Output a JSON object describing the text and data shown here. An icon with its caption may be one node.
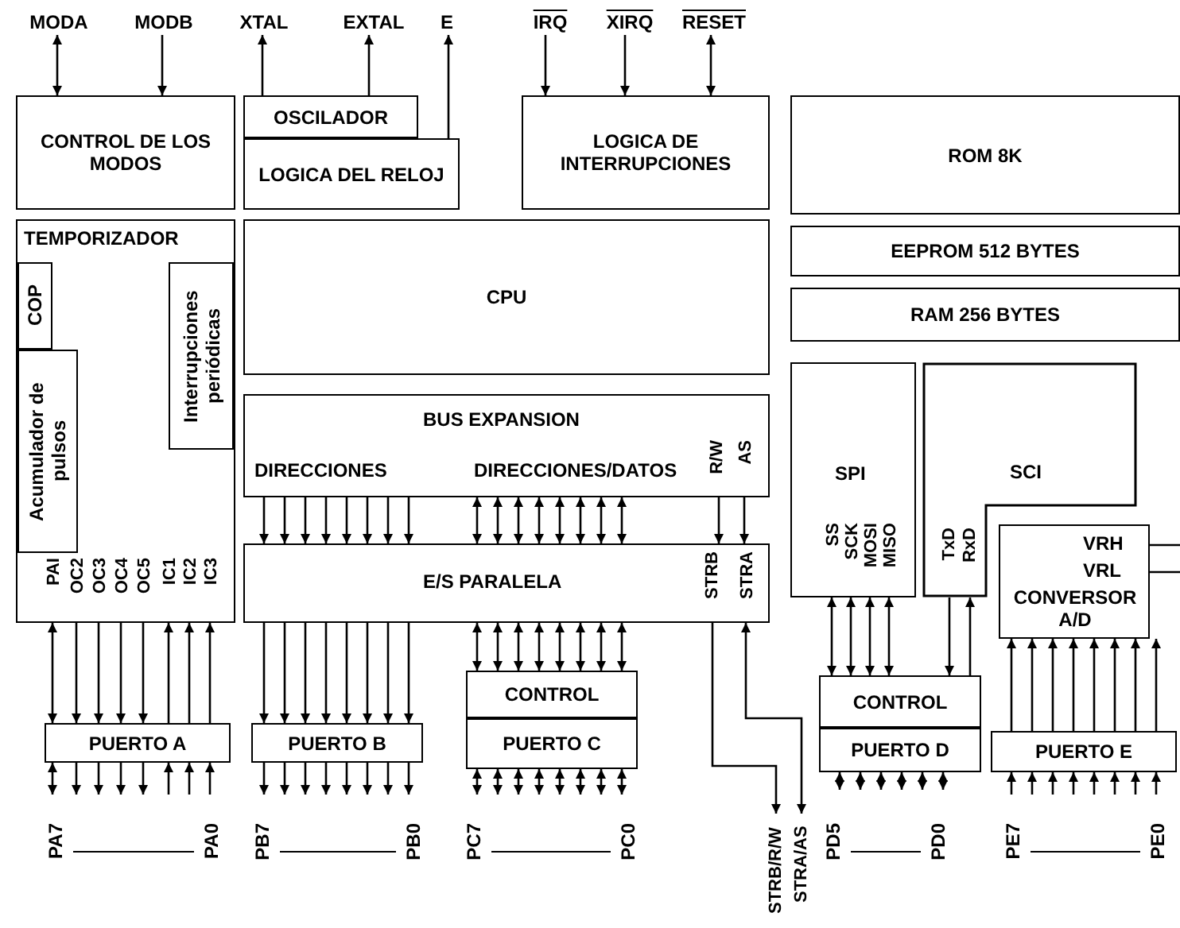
{
  "diagram": {
    "nodes": [
      {
        "text": [
          "MODA"
        ]
      },
      {
        "text": [
          "MODB"
        ]
      },
      {
        "text": [
          "XTAL"
        ]
      },
      {
        "text": [
          "EXTAL"
        ]
      },
      {
        "text": [
          "E"
        ]
      },
      {
        "text": [
          "IRQ"
        ]
      },
      {
        "text": [
          "XIRQ"
        ]
      },
      {
        "text": [
          "RESET"
        ]
      },
      {
        "text": [
          "CONTROL DE LOS MODOS"
        ]
      },
      {
        "text": [
          "OSCILADOR"
        ]
      },
      {
        "text": [
          "LOGICA DEL RELOJ"
        ]
      },
      {
        "text": [
          "LOGICA DE INTERRUPCIONES"
        ]
      },
      {
        "text": [
          "ROM 8K"
        ]
      },
      {
        "text": [
          "TEMPORIZADOR",
          "PAI",
          "OC2",
          "OC3",
          "OC4",
          "OC5",
          "IC1",
          "IC2",
          "IC3"
        ]
      },
      {
        "text": [
          "COP"
        ],
        "in": 13
      },
      {
        "text": [
          "Interrupciones periódicas"
        ],
        "in": 13
      },
      {
        "text": [
          "Acumulador de pulsos"
        ],
        "in": 13
      },
      {
        "text": [
          "CPU"
        ]
      },
      {
        "text": [
          "EEPROM 512 BYTES"
        ]
      },
      {
        "text": [
          "RAM 256 BYTES"
        ]
      },
      {
        "text": [
          "BUS EXPANSION",
          "DIRECCIONES",
          "DIRECCIONES/DATOS",
          "R/W",
          "AS"
        ]
      },
      {
        "text": [
          "SPI",
          "SS",
          "SCK",
          "MOSI",
          "MISO"
        ]
      },
      {
        "text": [
          "SCI",
          "TxD",
          "RxD"
        ]
      },
      {
        "text": [
          "E/S PARALELA",
          "STRB",
          "STRA"
        ]
      },
      {
        "text": [
          "VRH",
          "VRL",
          "CONVERSOR A/D"
        ]
      },
      {
        "text": [
          "PUERTO A"
        ]
      },
      {
        "text": [
          "PUERTO B"
        ]
      },
      {
        "text": [
          "CONTROL"
        ]
      },
      {
        "text": [
          "PUERTO C"
        ]
      },
      {
        "text": [
          "CONTROL"
        ]
      },
      {
        "text": [
          "PUERTO D"
        ]
      },
      {
        "text": [
          "PUERTO E"
        ]
      },
      {
        "text": [
          "STRB/R/W"
        ]
      },
      {
        "text": [
          "STRA/AS"
        ]
      }
    ],
    "edges": [
      {
        "from": 0,
        "to": 8,
        "arrow": "both"
      },
      {
        "from": 1,
        "to": 8,
        "arrow": "to"
      },
      {
        "from": 9,
        "to": 2,
        "arrow": "to"
      },
      {
        "from": 9,
        "to": 3,
        "arrow": "to"
      },
      {
        "from": 10,
        "to": 4,
        "arrow": "to"
      },
      {
        "from": 5,
        "to": 11,
        "arrow": "to"
      },
      {
        "from": 6,
        "to": 11,
        "arrow": "to"
      },
      {
        "from": 7,
        "to": 11,
        "arrow": "both"
      },
      {
        "from": 13,
        "to": 25,
        "arrow": "both"
      },
      {
        "from": 13,
        "to": 25,
        "arrow": "to"
      },
      {
        "from": 13,
        "to": 25,
        "arrow": "to"
      },
      {
        "from": 13,
        "to": 25,
        "arrow": "to"
      },
      {
        "from": 13,
        "to": 25,
        "arrow": "to"
      },
      {
        "from": 25,
        "to": 13,
        "arrow": "to"
      },
      {
        "from": 25,
        "to": 13,
        "arrow": "to"
      },
      {
        "from": 25,
        "to": 13,
        "arrow": "to"
      },
      {
        "from": 25,
        "to": null,
        "arrow": "both"
      },
      {
        "from": 25,
        "to": null,
        "arrow": "to"
      },
      {
        "from": 25,
        "to": null,
        "arrow": "to"
      },
      {
        "from": 25,
        "to": null,
        "arrow": "to"
      },
      {
        "from": 25,
        "to": null,
        "arrow": "to"
      },
      {
        "from": null,
        "to": 25,
        "arrow": "to"
      },
      {
        "from": null,
        "to": 25,
        "arrow": "to"
      },
      {
        "from": null,
        "to": 25,
        "arrow": "to"
      },
      {
        "from": 20,
        "to": 23,
        "arrow": "to"
      },
      {
        "from": 20,
        "to": 23,
        "arrow": "to"
      },
      {
        "from": 20,
        "to": 23,
        "arrow": "to"
      },
      {
        "from": 20,
        "to": 23,
        "arrow": "to"
      },
      {
        "from": 20,
        "to": 23,
        "arrow": "to"
      },
      {
        "from": 20,
        "to": 23,
        "arrow": "to"
      },
      {
        "from": 20,
        "to": 23,
        "arrow": "to"
      },
      {
        "from": 20,
        "to": 23,
        "arrow": "to"
      },
      {
        "from": 20,
        "to": 23,
        "arrow": "both"
      },
      {
        "from": 20,
        "to": 23,
        "arrow": "both"
      },
      {
        "from": 20,
        "to": 23,
        "arrow": "both"
      },
      {
        "from": 20,
        "to": 23,
        "arrow": "both"
      },
      {
        "from": 20,
        "to": 23,
        "arrow": "both"
      },
      {
        "from": 20,
        "to": 23,
        "arrow": "both"
      },
      {
        "from": 20,
        "to": 23,
        "arrow": "both"
      },
      {
        "from": 20,
        "to": 23,
        "arrow": "both"
      },
      {
        "from": 20,
        "to": 23,
        "arrow": "to"
      },
      {
        "from": 20,
        "to": 23,
        "arrow": "to"
      },
      {
        "from": 23,
        "to": 26,
        "arrow": "to"
      },
      {
        "from": 23,
        "to": 26,
        "arrow": "to"
      },
      {
        "from": 23,
        "to": 26,
        "arrow": "to"
      },
      {
        "from": 23,
        "to": 26,
        "arrow": "to"
      },
      {
        "from": 23,
        "to": 26,
        "arrow": "to"
      },
      {
        "from": 23,
        "to": 26,
        "arrow": "to"
      },
      {
        "from": 23,
        "to": 26,
        "arrow": "to"
      },
      {
        "from": 23,
        "to": 26,
        "arrow": "to"
      },
      {
        "from": 26,
        "to": null,
        "arrow": "to"
      },
      {
        "from": 26,
        "to": null,
        "arrow": "to"
      },
      {
        "from": 26,
        "to": null,
        "arrow": "to"
      },
      {
        "from": 26,
        "to": null,
        "arrow": "to"
      },
      {
        "from": 26,
        "to": null,
        "arrow": "to"
      },
      {
        "from": 26,
        "to": null,
        "arrow": "to"
      },
      {
        "from": 26,
        "to": null,
        "arrow": "to"
      },
      {
        "from": 26,
        "to": null,
        "arrow": "to"
      },
      {
        "from": 23,
        "to": 27,
        "arrow": "both"
      },
      {
        "from": 23,
        "to": 27,
        "arrow": "both"
      },
      {
        "from": 23,
        "to": 27,
        "arrow": "both"
      },
      {
        "from": 23,
        "to": 27,
        "arrow": "both"
      },
      {
        "from": 23,
        "to": 27,
        "arrow": "both"
      },
      {
        "from": 23,
        "to": 27,
        "arrow": "both"
      },
      {
        "from": 23,
        "to": 27,
        "arrow": "both"
      },
      {
        "from": 23,
        "to": 27,
        "arrow": "both"
      },
      {
        "from": 28,
        "to": null,
        "arrow": "both"
      },
      {
        "from": 28,
        "to": null,
        "arrow": "both"
      },
      {
        "from": 28,
        "to": null,
        "arrow": "both"
      },
      {
        "from": 28,
        "to": null,
        "arrow": "both"
      },
      {
        "from": 28,
        "to": null,
        "arrow": "both"
      },
      {
        "from": 28,
        "to": null,
        "arrow": "both"
      },
      {
        "from": 28,
        "to": null,
        "arrow": "both"
      },
      {
        "from": 28,
        "to": null,
        "arrow": "both"
      },
      {
        "from": 23,
        "to": 32,
        "arrow": "to"
      },
      {
        "from": 23,
        "to": 33,
        "arrow": "both"
      },
      {
        "from": 21,
        "to": 29,
        "arrow": "both"
      },
      {
        "from": 21,
        "to": 29,
        "arrow": "both"
      },
      {
        "from": 21,
        "to": 29,
        "arrow": "both"
      },
      {
        "from": 21,
        "to": 29,
        "arrow": "both"
      },
      {
        "from": 22,
        "to": 29,
        "arrow": "to"
      },
      {
        "from": 29,
        "to": 22,
        "arrow": "to"
      },
      {
        "from": 30,
        "to": null,
        "arrow": "both"
      },
      {
        "from": 30,
        "to": null,
        "arrow": "both"
      },
      {
        "from": 30,
        "to": null,
        "arrow": "both"
      },
      {
        "from": 30,
        "to": null,
        "arrow": "both"
      },
      {
        "from": 30,
        "to": null,
        "arrow": "both"
      },
      {
        "from": 30,
        "to": null,
        "arrow": "both"
      },
      {
        "from": null,
        "to": 31,
        "arrow": "to"
      },
      {
        "from": null,
        "to": 31,
        "arrow": "to"
      },
      {
        "from": null,
        "to": 31,
        "arrow": "to"
      },
      {
        "from": null,
        "to": 31,
        "arrow": "to"
      },
      {
        "from": null,
        "to": 31,
        "arrow": "to"
      },
      {
        "from": null,
        "to": 31,
        "arrow": "to"
      },
      {
        "from": null,
        "to": 31,
        "arrow": "to"
      },
      {
        "from": null,
        "to": 31,
        "arrow": "to"
      },
      {
        "from": 31,
        "to": 24,
        "arrow": "to"
      },
      {
        "from": 31,
        "to": 24,
        "arrow": "to"
      },
      {
        "from": 31,
        "to": 24,
        "arrow": "to"
      },
      {
        "from": 31,
        "to": 24,
        "arrow": "to"
      },
      {
        "from": 31,
        "to": 24,
        "arrow": "to"
      },
      {
        "from": 31,
        "to": 24,
        "arrow": "to"
      },
      {
        "from": 31,
        "to": 24,
        "arrow": "to"
      },
      {
        "from": 31,
        "to": 24,
        "arrow": "to"
      },
      {
        "from": 24,
        "to": null,
        "arrow": "none"
      },
      {
        "from": 24,
        "to": null,
        "arrow": "none"
      }
    ],
    "labels": [
      "PA7",
      "PA0",
      "PB7",
      "PB0",
      "PC7",
      "PC0",
      "PD5",
      "PD0",
      "PE7",
      "PE0"
    ]
  }
}
